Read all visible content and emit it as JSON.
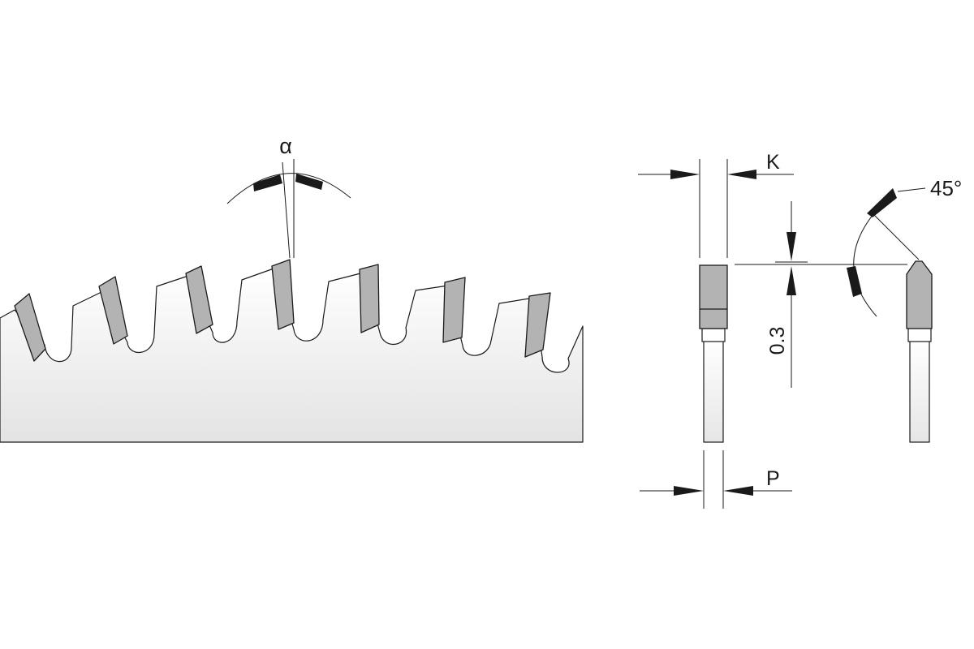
{
  "labels": {
    "alpha": "α",
    "kerf": "K",
    "plate": "P",
    "angle": "45°",
    "clearance": "0.3"
  },
  "colors": {
    "ink": "#1a1a1a",
    "tooth_fill": "#b3b3b3",
    "plate_top": "#ffffff",
    "plate_bottom": "#e3e3e3",
    "background": "#ffffff"
  }
}
